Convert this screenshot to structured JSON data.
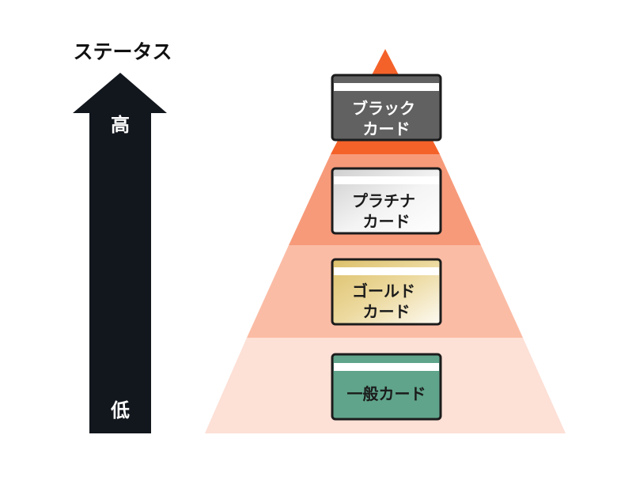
{
  "axis": {
    "title": "ステータス",
    "high_label": "高",
    "low_label": "低"
  },
  "tiers": [
    {
      "id": "black",
      "lines": [
        "ブラック",
        "カード"
      ],
      "layer_color": "#f4622a",
      "card_fill": "#616161",
      "card_fill_light": "#6a6a6a",
      "text_color": "#ffffff"
    },
    {
      "id": "platinum",
      "lines": [
        "プラチナ",
        "カード"
      ],
      "layer_color": "#f79a7a",
      "card_fill": "#d8d8d8",
      "card_fill_light": "#ffffff",
      "text_color": "#1b1b1b"
    },
    {
      "id": "gold",
      "lines": [
        "ゴールド",
        "カード"
      ],
      "layer_color": "#fbbca5",
      "card_fill": "#e2c877",
      "card_fill_light": "#fbf6e6",
      "text_color": "#1b1b1b"
    },
    {
      "id": "general",
      "lines": [
        "一般カード"
      ],
      "layer_color": "#fde0d6",
      "card_fill": "#5fa48b",
      "card_fill_light": "#5fa48b",
      "text_color": "#1b1b1b"
    }
  ],
  "colors": {
    "arrow": "#12161d",
    "card_border": "#1c1c1c",
    "card_stripe": "#ffffff"
  }
}
